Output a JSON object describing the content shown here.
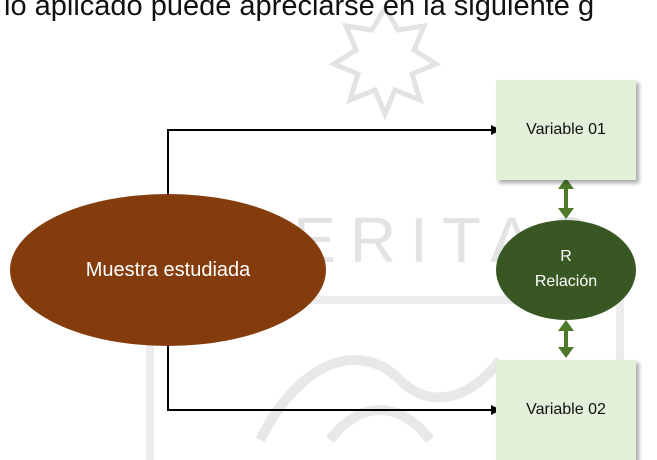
{
  "header_text": "lo aplicado puede apreciarse en la siguiente g",
  "diagram": {
    "sample_label": "Muestra estudiada",
    "variable_1": "Variable 01",
    "variable_2": "Variable 02",
    "relation_symbol": "R",
    "relation_label": "Relación"
  },
  "watermark": {
    "text": "VERITAS",
    "color": "#e3e3e3"
  },
  "colors": {
    "sample_fill": "#843c0c",
    "relation_fill": "#385723",
    "variable_fill": "#e2efd9",
    "arrow": "#000000",
    "double_arrow": "#4d7a2a"
  }
}
